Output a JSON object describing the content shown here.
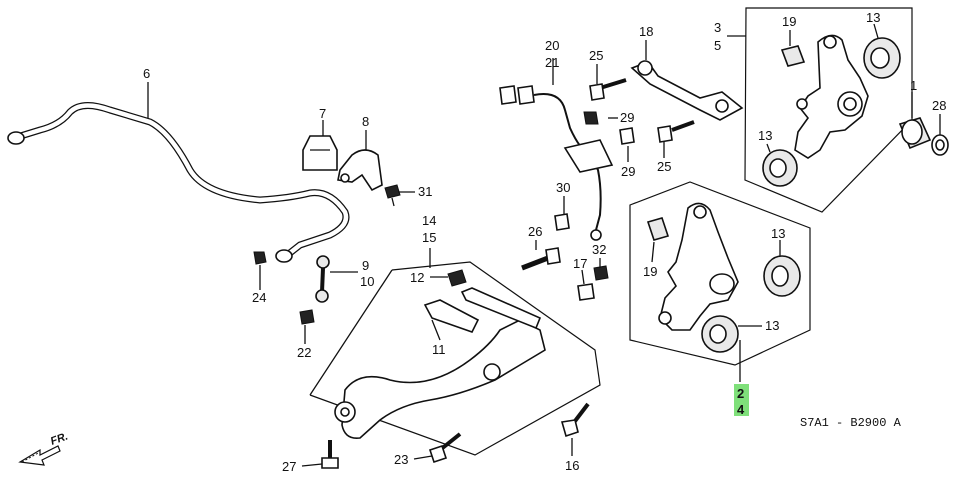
{
  "diagram": {
    "code": "S7A1 - B2900 A",
    "front_label": "FR.",
    "highlight_color": "#7fe07a",
    "labels": {
      "n1": "1",
      "n2": "2",
      "n3": "3",
      "n4": "4",
      "n5": "5",
      "n6": "6",
      "n7": "7",
      "n8": "8",
      "n9": "9",
      "n10": "10",
      "n11": "11",
      "n12": "12",
      "n13": "13",
      "n14": "14",
      "n15": "15",
      "n16": "16",
      "n17": "17",
      "n18": "18",
      "n19": "19",
      "n20": "20",
      "n21": "21",
      "n22": "22",
      "n23": "23",
      "n24": "24",
      "n25": "25",
      "n26": "26",
      "n27": "27",
      "n28": "28",
      "n29": "29",
      "n30": "30",
      "n31": "31",
      "n32": "32"
    }
  }
}
